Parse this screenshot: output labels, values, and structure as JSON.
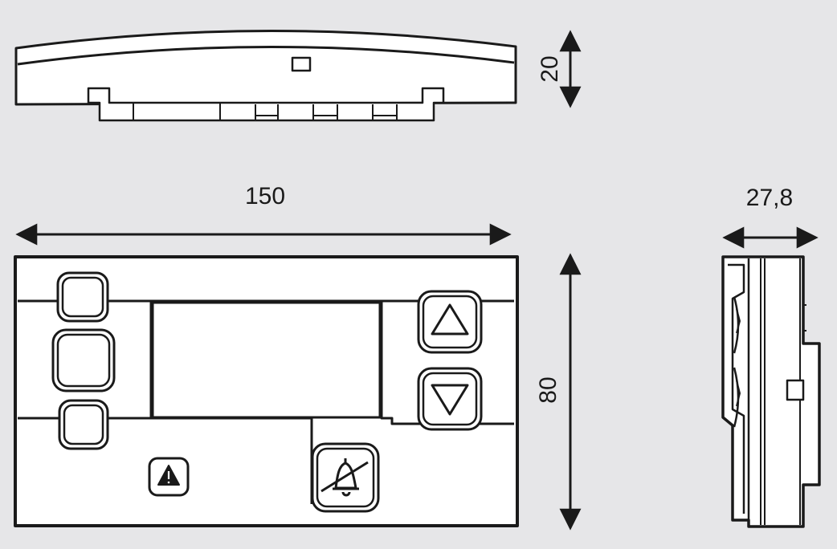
{
  "dimensions": {
    "width": "150",
    "height": "80",
    "depth": "27,8",
    "profile_height": "20"
  },
  "colors": {
    "background": "#e6e6e8",
    "body": "#ffffff",
    "line": "#1a1a1a"
  },
  "icons": {
    "up": "triangle-up-icon",
    "down": "triangle-down-icon",
    "alarm": "warning-triangle-icon",
    "mute": "bell-muted-icon"
  }
}
